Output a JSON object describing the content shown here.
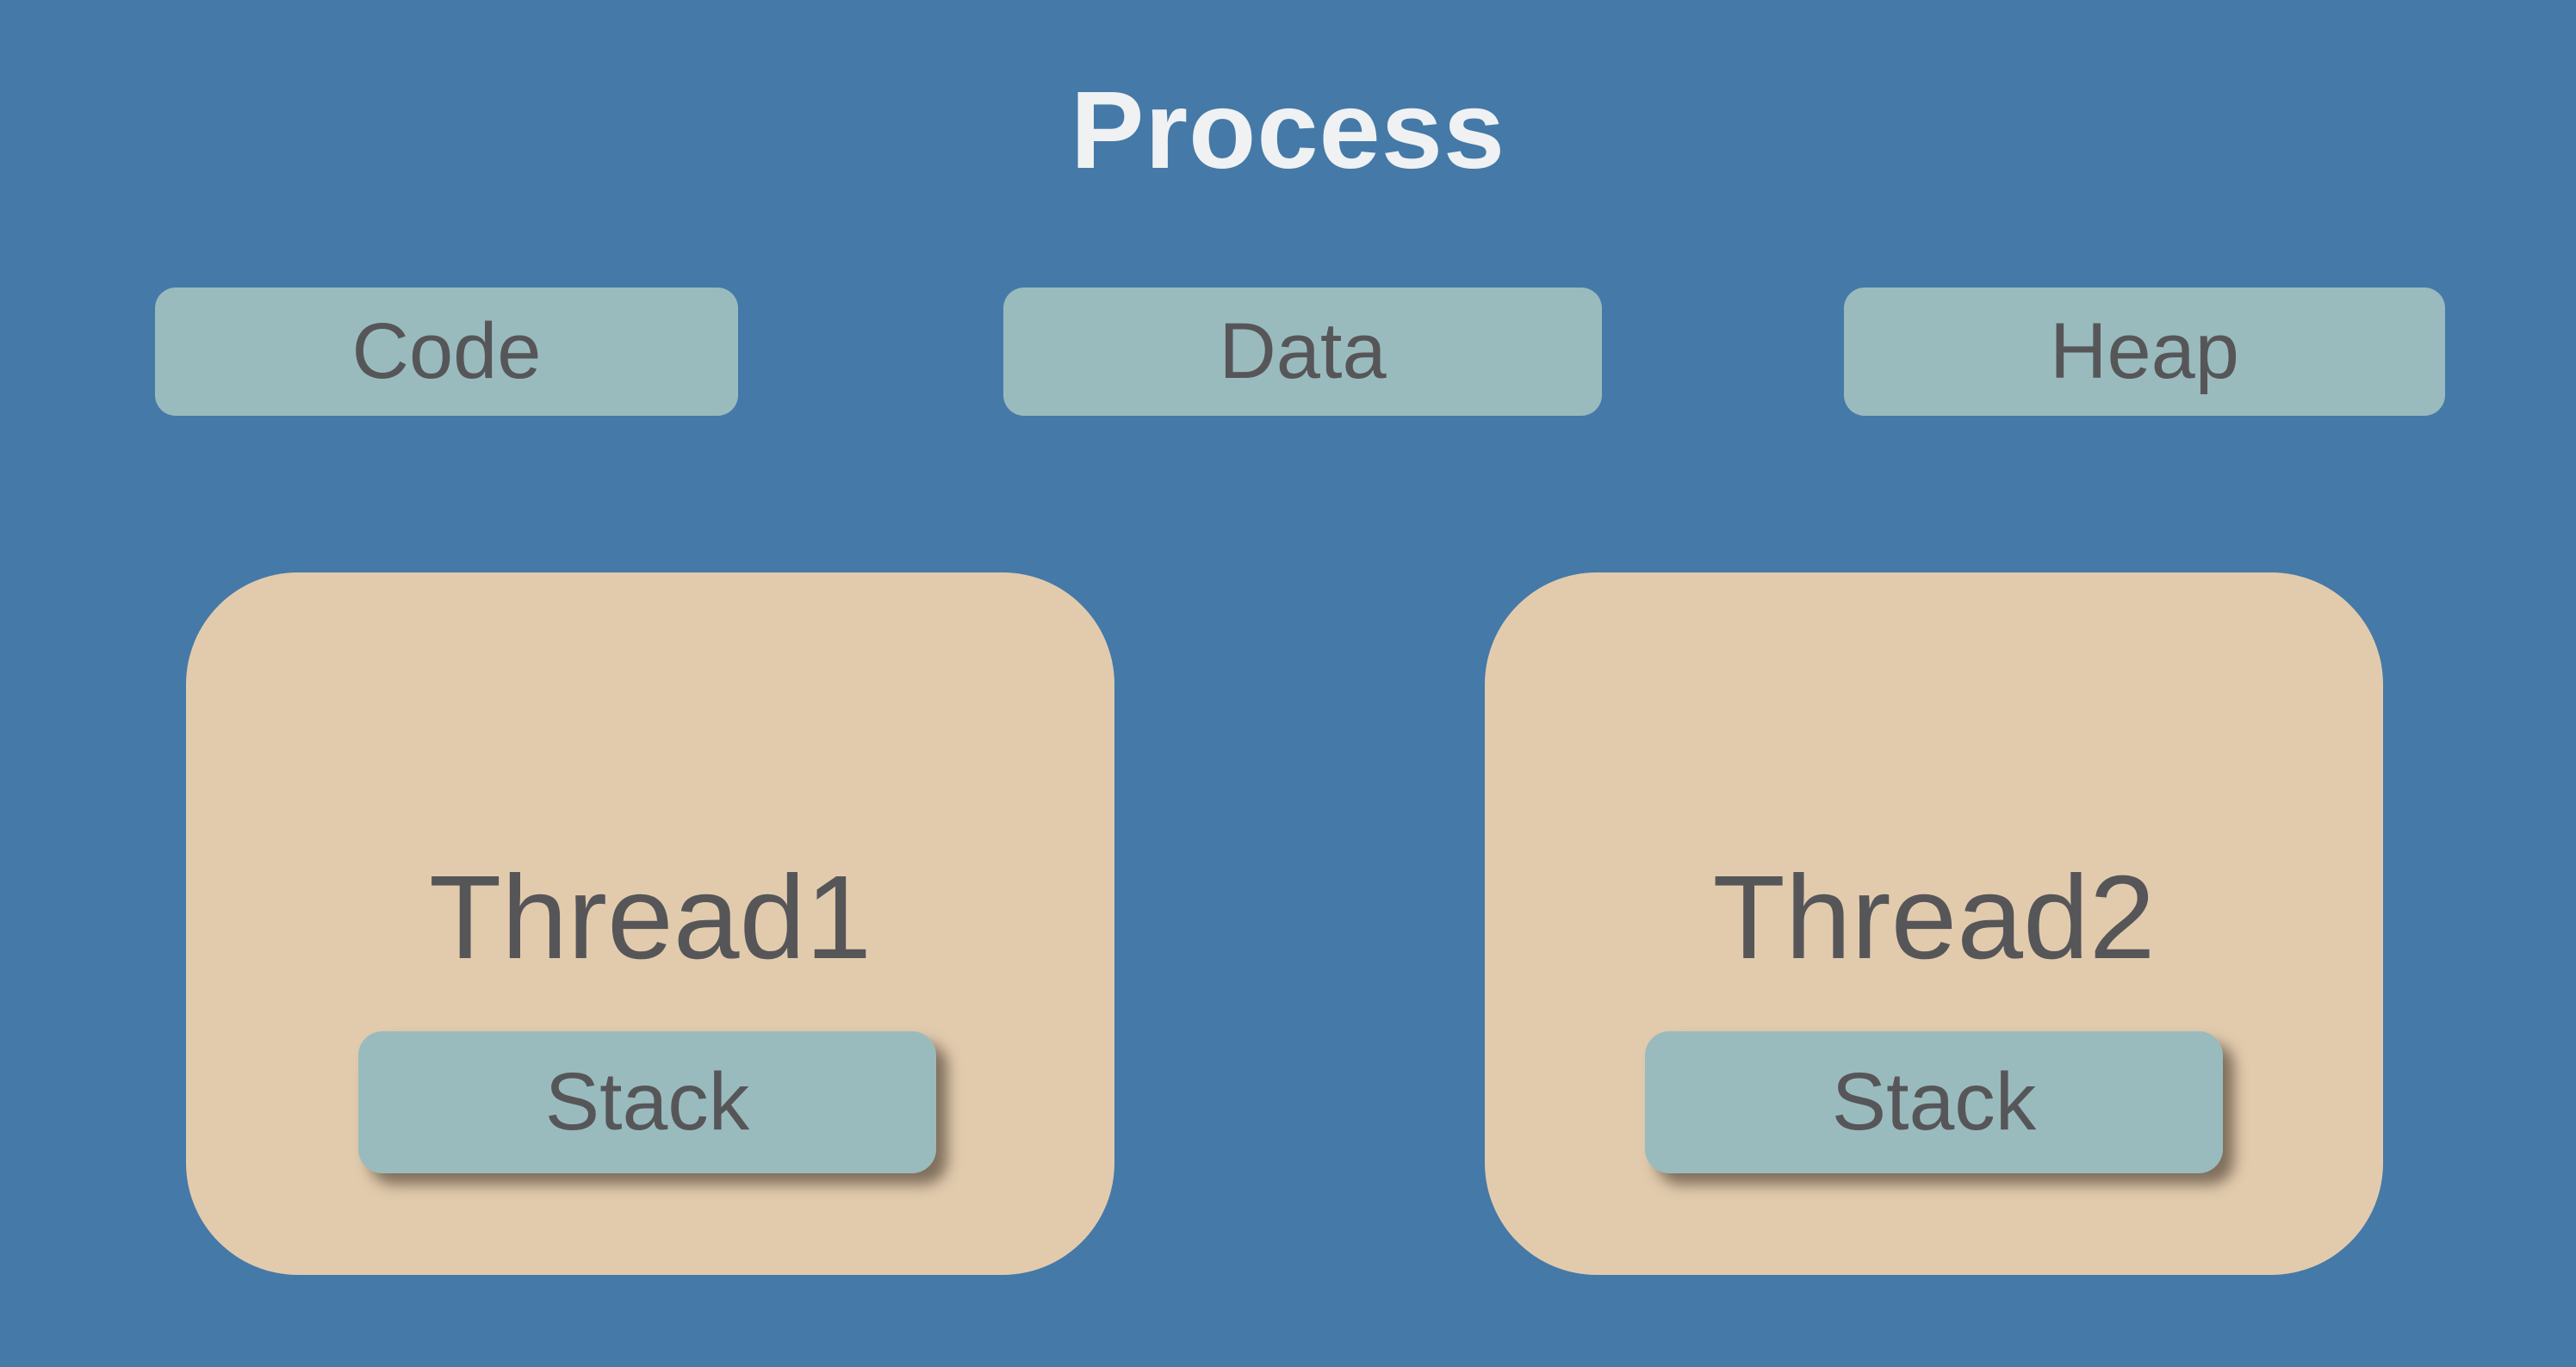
{
  "title": "Process",
  "colors": {
    "background": "#4579A8",
    "box_teal": "#9ABBBD",
    "box_tan": "#E2CBAD",
    "text_dark": "#565659",
    "title_color": "#EFF1F2",
    "shadow": "rgba(45,35,25,0.55)"
  },
  "memory_sections": [
    {
      "label": "Code"
    },
    {
      "label": "Data"
    },
    {
      "label": "Heap"
    }
  ],
  "threads": [
    {
      "label": "Thread1",
      "stack_label": "Stack"
    },
    {
      "label": "Thread2",
      "stack_label": "Stack"
    }
  ]
}
